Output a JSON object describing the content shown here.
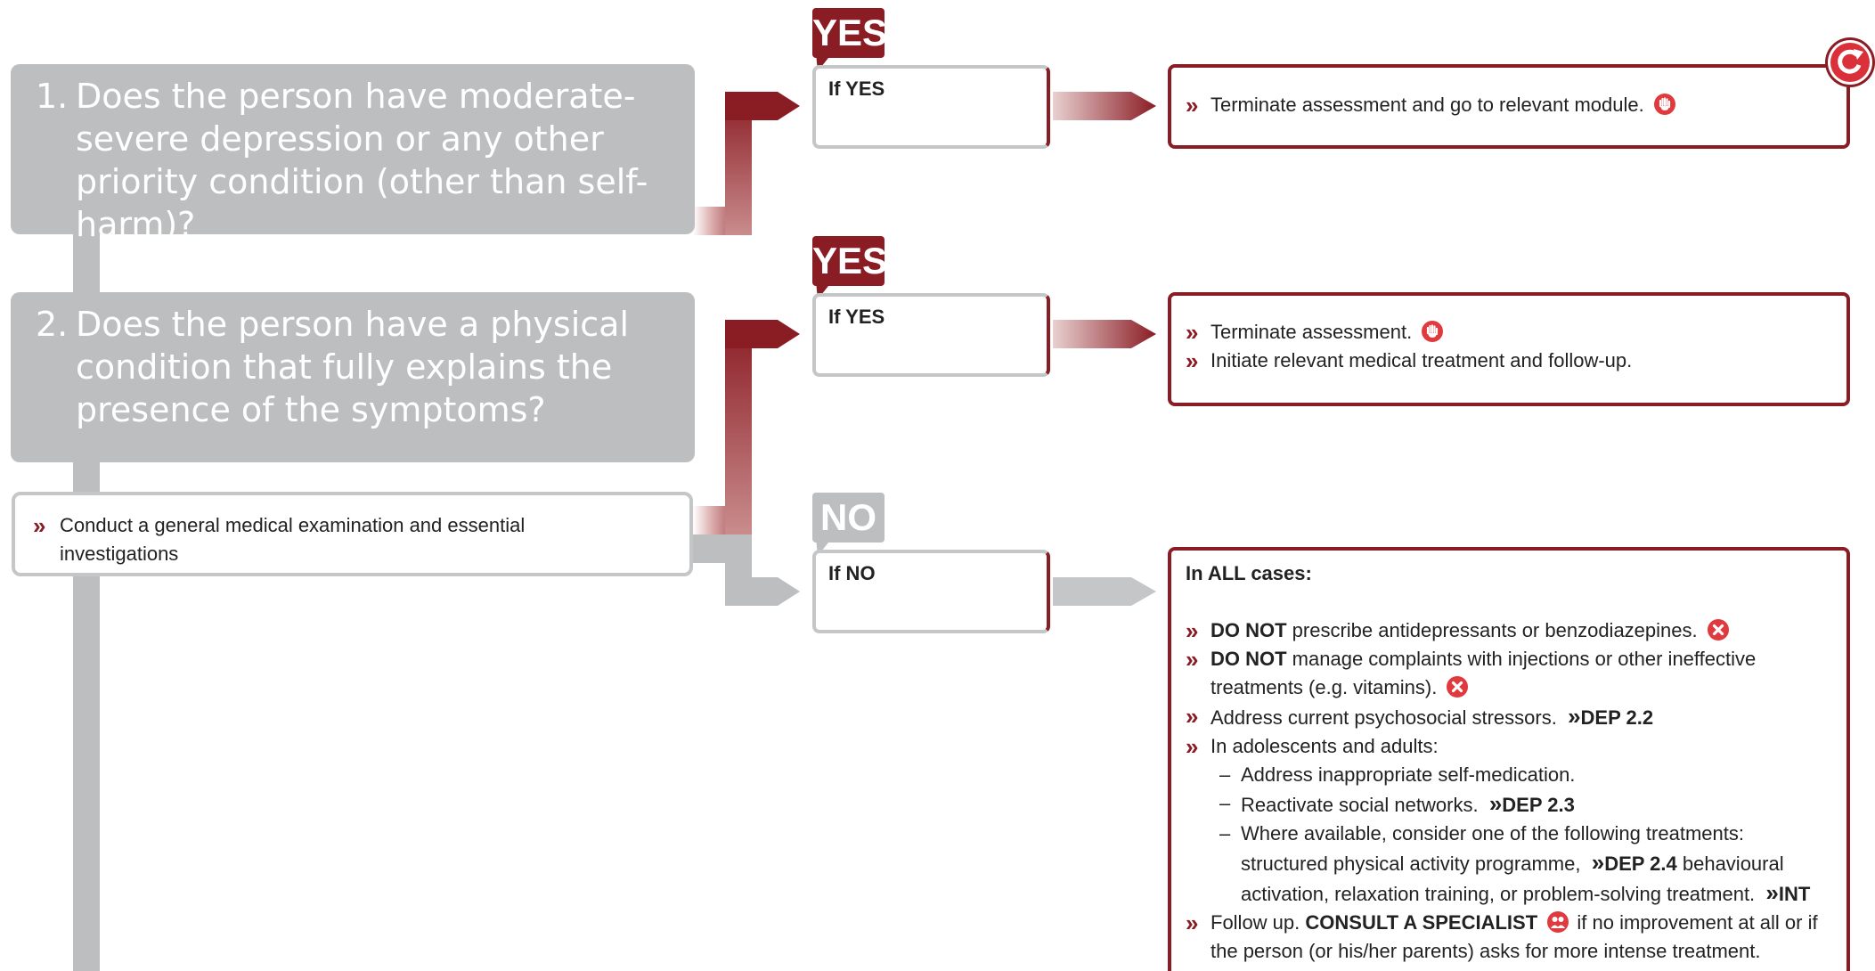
{
  "questions": [
    {
      "number": "1.",
      "text": "Does the person have moderate-severe depression or any other priority condition (other than self-harm)?"
    },
    {
      "number": "2.",
      "text": "Does the person have a physical condition that fully explains the presence of the symptoms?"
    }
  ],
  "note": {
    "chevron": "»",
    "text": "Conduct a general medical examination and essential investigations"
  },
  "tags": {
    "yes": "YES",
    "no": "NO"
  },
  "branches": {
    "if_yes_1": "If YES",
    "if_yes_2": "If YES",
    "if_no": "If NO"
  },
  "outcomes": {
    "box1": {
      "chevron": "»",
      "text": "Terminate assessment and go to relevant module.",
      "icon": "stop-hand-icon"
    },
    "box2": {
      "items": [
        {
          "chevron": "»",
          "text": "Terminate assessment.",
          "icon": "stop-hand-icon"
        },
        {
          "chevron": "»",
          "text": "Initiate relevant medical treatment and follow-up."
        }
      ]
    },
    "box3": {
      "heading": "In ALL cases:",
      "do_not_1": {
        "bold": "DO NOT",
        "text": "prescribe antidepressants or benzodiazepines."
      },
      "do_not_2": {
        "bold": "DO NOT",
        "text": "manage complaints with injections or other ineffective treatments (e.g. vitamins)."
      },
      "address": {
        "text": "Address current psychosocial stressors.",
        "ref": "DEP 2.2"
      },
      "adolescents": {
        "text": "In adolescents and adults:"
      },
      "sub1": {
        "dash": "–",
        "text": "Address inappropriate self-medication."
      },
      "sub2": {
        "dash": "–",
        "text": "Reactivate social networks.",
        "ref": "DEP 2.3"
      },
      "sub3": {
        "dash": "–",
        "text_a": "Where available, consider one of the following treatments: structured physical activity programme,",
        "ref_a": "DEP 2.4",
        "text_b": "behavioural activation, relaxation training, or problem-solving treatment.",
        "ref_b": "INT"
      },
      "follow": {
        "text_a": "Follow up.",
        "bold": "CONSULT A SPECIALIST",
        "text_b": "if no improvement at all or if the person (or his/her parents) asks for more intense treatment."
      },
      "ref_chevron": "»"
    }
  },
  "colors": {
    "accent": "#8a1c24",
    "grey": "#bcbec0",
    "light_grey": "#c4c6c8",
    "icon_red": "#e0393e"
  },
  "icons": [
    "stop-hand-icon",
    "no-cross-icon",
    "consult-specialist-icon",
    "return-arrow-icon"
  ]
}
